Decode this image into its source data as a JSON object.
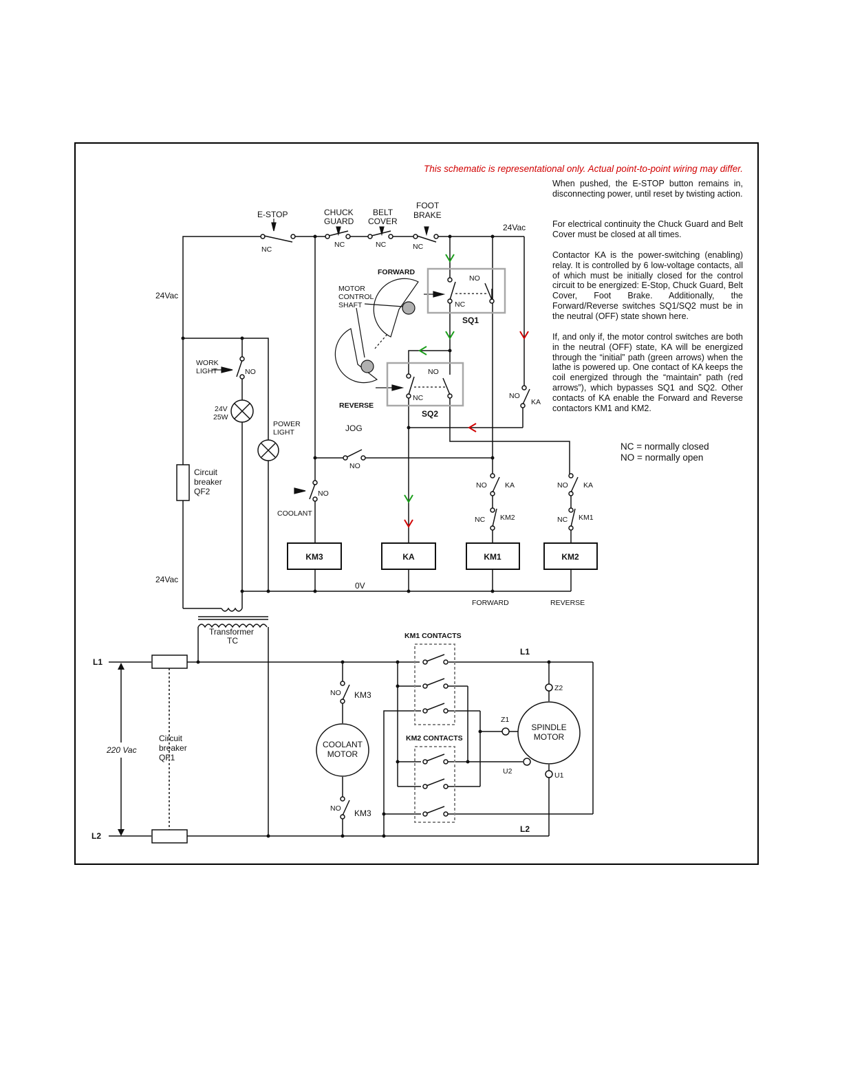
{
  "disclaimer": "This schematic is representational only. Actual point-to-point wiring may differ.",
  "notes": {
    "p1": "When pushed, the E-STOP button remains in, disconnecting power, until reset by twisting action.",
    "p2": "For electrical continuity the Chuck Guard and Belt Cover must be closed at all times.",
    "p3": "Contactor KA is the power-switching (enabling) relay. It is controlled by 6 low-voltage contacts, all of which must be initially closed for the control circuit to be energized: E-Stop, Chuck Guard, Belt Cover, Foot Brake. Additionally, the Forward/Reverse switches SQ1/SQ2 must be in the neutral (OFF) state shown here.",
    "p4": "If, and only if, the motor control switches are both in the neutral (OFF) state, KA will be energized through the “initial” path (green arrows) when the lathe is powered up. One contact of KA keeps the coil energized through the “maintain” path (red arrows”), which bypasses SQ1 and SQ2. Other contacts of KA enable the Forward and Reverse contactors KM1 and KM2."
  },
  "legend": {
    "nc": "NC = normally closed",
    "no": "NO = normally open"
  },
  "colors": {
    "initial_path": "#1a9e1a",
    "maintain_path": "#d10000",
    "switch_box": "#a8a8a8"
  },
  "labels": {
    "estop": "E-STOP",
    "chuck1": "CHUCK",
    "chuck2": "GUARD",
    "belt1": "BELT",
    "belt2": "COVER",
    "foot1": "FOOT",
    "foot2": "BRAKE",
    "v24_top": "24Vac",
    "v24_left": "24Vac",
    "v24_bottom": "24Vac",
    "nc": "NC",
    "no": "NO",
    "forward_cam": "FORWARD",
    "reverse_cam": "REVERSE",
    "shaft1": "MOTOR",
    "shaft2": "CONTROL",
    "shaft3": "SHAFT",
    "sq1": "SQ1",
    "sq2": "SQ2",
    "ka": "KA",
    "km1": "KM1",
    "km2": "KM2",
    "km3": "KM3",
    "work1": "WORK",
    "work2": "LIGHT",
    "lamp1": "24V",
    "lamp2": "25W",
    "power1": "POWER",
    "power2": "LIGHT",
    "jog": "JOG",
    "coolant": "COOLANT",
    "qf2_1": "Circuit",
    "qf2_2": "breaker",
    "qf2_3": "QF2",
    "zero_v": "0V",
    "forward": "FORWARD",
    "reverse": "REVERSE",
    "tc1": "Transformer",
    "tc2": "TC",
    "l1": "L1",
    "l2": "L2",
    "vac220": "220 Vac",
    "qf1_1": "Circuit",
    "qf1_2": "breaker",
    "qf1_3": "QF1",
    "coolant_motor1": "COOLANT",
    "coolant_motor2": "MOTOR",
    "km1_contacts": "KM1 CONTACTS",
    "km2_contacts": "KM2 CONTACTS",
    "spindle1": "SPINDLE",
    "spindle2": "MOTOR",
    "z1": "Z1",
    "z2": "Z2",
    "u1": "U1",
    "u2": "U2"
  }
}
